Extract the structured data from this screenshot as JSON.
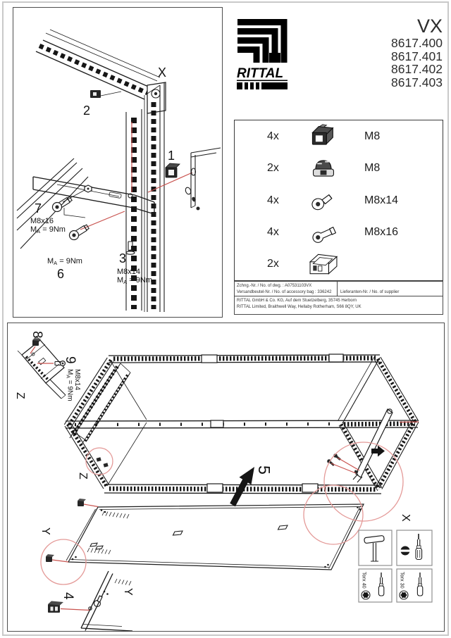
{
  "header": {
    "brand": "RITTAL",
    "series": "VX",
    "models": [
      "8617.400",
      "8617.401",
      "8617.402",
      "8617.403"
    ]
  },
  "parts_list": {
    "items": [
      {
        "qty": "4x",
        "size": "M8",
        "icon": "cage-nut"
      },
      {
        "qty": "2x",
        "size": "M8",
        "icon": "clip-nut"
      },
      {
        "qty": "4x",
        "size": "M8x14",
        "icon": "countersunk-screw"
      },
      {
        "qty": "4x",
        "size": "M8x16",
        "icon": "socket-head-screw"
      },
      {
        "qty": "2x",
        "size": "",
        "icon": "spacer-sleeve"
      }
    ]
  },
  "title_block": {
    "drawing_no": "Zchng.-Nr. / No. of dwg. : A07531103VX",
    "accessory_bag": "Versandbeutel-Nr. / No. of accessory bag : 336242",
    "supplier": "Lieferanten-Nr. / No. of supplier",
    "address_de": "RITTAL GmbH & Co. KG, Auf dem Stuetzelberg, 35745 Herborn",
    "address_uk": "RITTAL Limited, Braithwell Way, Hellaby Rotherham, S66 8QY, UK"
  },
  "torque": {
    "m": "M",
    "sub": "A",
    "eq": " = 9Nm"
  },
  "labels": {
    "x": "X",
    "y": "Y",
    "z": "Z",
    "n1": "1",
    "n2": "2",
    "n3": "3",
    "n4": "4",
    "n5": "5",
    "n6": "6",
    "n7": "7",
    "n8": "8",
    "n9": "9",
    "m8x14": "M8x14",
    "m8x16": "M8x16"
  },
  "tools": {
    "torx40": "Torx 40",
    "torx30": "Torx 30"
  }
}
